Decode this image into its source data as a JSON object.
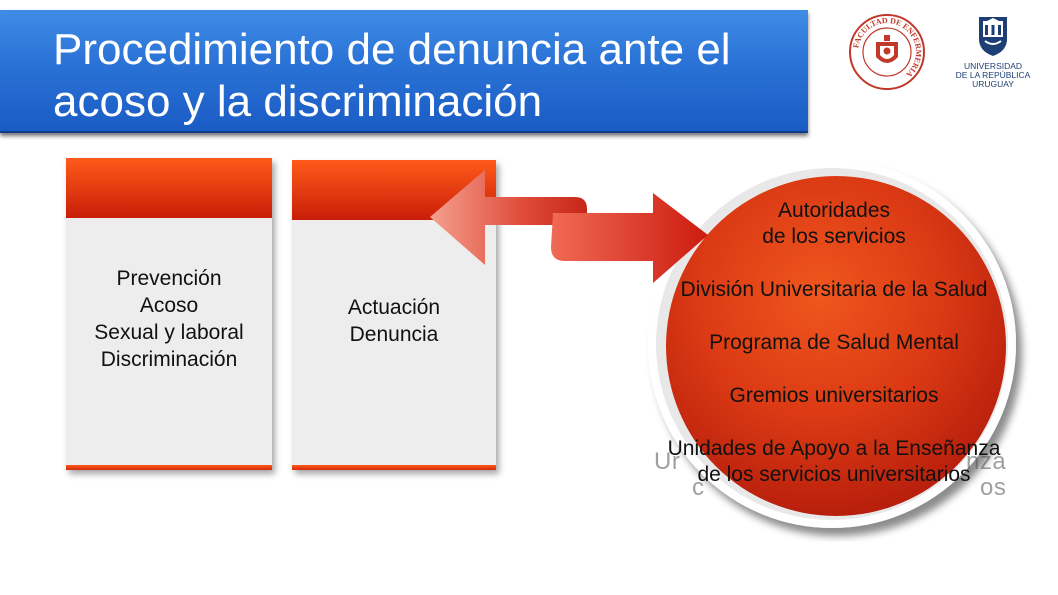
{
  "title": {
    "line1": "Procedimiento de denuncia ante el",
    "line2": "acoso y la discriminación"
  },
  "logos": {
    "facultad": {
      "icon": "facultad-enfermeria-seal",
      "ring_text": "FACULTAD DE ENFERMERIA"
    },
    "udelar": {
      "icon": "udelar-crest",
      "line1": "UNIVERSIDAD",
      "line2": "DE LA REPÚBLICA",
      "line3": "URUGUAY"
    }
  },
  "card_left": {
    "lines": [
      "Prevención",
      "Acoso",
      "Sexual y laboral",
      "Discriminación"
    ]
  },
  "card_middle": {
    "lines": [
      "Actuación",
      "Denuncia"
    ]
  },
  "arrow": {
    "icon": "double-headed-arrow-icon"
  },
  "circle": {
    "items": [
      "Autoridades",
      "de los  servicios",
      "División Universitaria de la Salud",
      "Programa de Salud Mental",
      "Gremios universitarios",
      "Unidades de Apoyo a la Enseñanza",
      "de los servicios universitarios"
    ]
  },
  "colors": {
    "title_blue": "#2a72d6",
    "accent_red": "#d42a0c",
    "card_gray": "#ededed",
    "logo_red": "#c0392b",
    "logo_blue": "#1e3f75"
  }
}
